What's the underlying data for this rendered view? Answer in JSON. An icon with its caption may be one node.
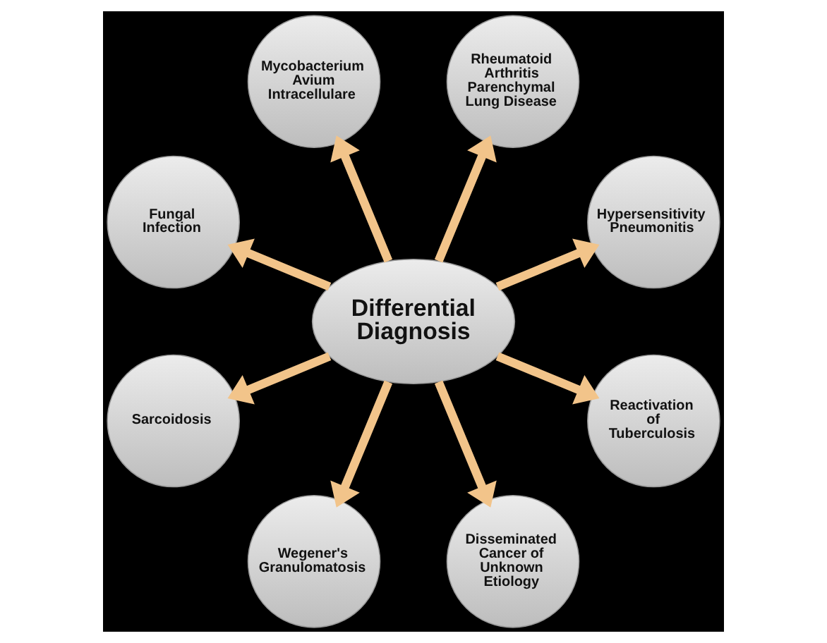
{
  "diagram": {
    "nodes": [
      {
        "text": [
          "Differential Diagnosis"
        ]
      },
      {
        "text": [
          "Hypersensitivity Pneumonitis"
        ]
      },
      {
        "text": [
          "Rheumatoid Arthritis Parenchymal Lung Disease"
        ]
      },
      {
        "text": [
          "Mycobacterium Avium Intracellulare"
        ]
      },
      {
        "text": [
          "Fungal Infection"
        ]
      },
      {
        "text": [
          "Sarcoidosis"
        ]
      },
      {
        "text": [
          "Wegener's Granulomatosis"
        ]
      },
      {
        "text": [
          "Disseminated Cancer of Unknown Etiology"
        ]
      },
      {
        "text": [
          "Reactivation of Tuberculosis"
        ]
      }
    ],
    "edges": [
      {
        "from": 0,
        "to": 2,
        "arrow": "to"
      },
      {
        "from": 0,
        "to": 3,
        "arrow": "to"
      },
      {
        "from": 0,
        "to": 5,
        "arrow": "to"
      },
      {
        "from": 0,
        "to": 8,
        "arrow": "to"
      },
      {
        "from": 0,
        "to": 7,
        "arrow": "to"
      },
      {
        "from": 0,
        "to": 6,
        "arrow": "to"
      },
      {
        "from": 0,
        "to": 4,
        "arrow": "to"
      },
      {
        "from": 0,
        "to": 1,
        "arrow": "to"
      }
    ]
  }
}
